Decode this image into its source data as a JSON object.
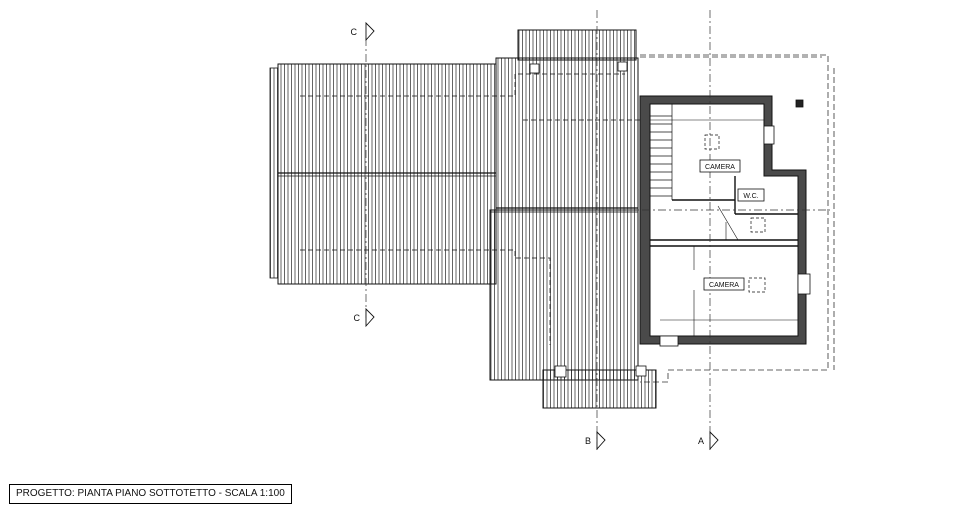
{
  "rooms": {
    "camera_top": "CAMERA",
    "wc": "W.C.",
    "camera_bottom": "CAMERA"
  },
  "sections": {
    "c_top": "C",
    "c_bottom": "C",
    "b": "B",
    "a": "A"
  },
  "title_block": {
    "text": "PROGETTO:  PIANTA PIANO SOTTOTETTO  -  SCALA 1:100"
  }
}
